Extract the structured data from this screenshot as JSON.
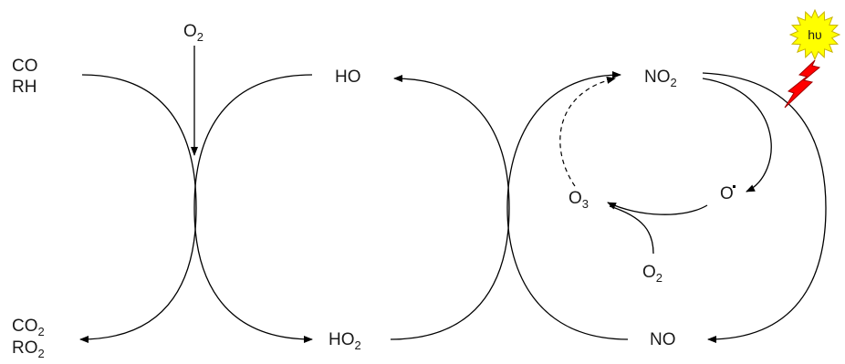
{
  "labels": {
    "co": "CO",
    "rh": "RH",
    "o2_top": {
      "main": "O",
      "sub": "2"
    },
    "ho": "HO",
    "no2": {
      "main": "NO",
      "sub": "2"
    },
    "co2": {
      "main": "CO",
      "sub": "2"
    },
    "ro2": {
      "main": "RO",
      "sub": "2"
    },
    "ho2": {
      "main": "HO",
      "sub": "2"
    },
    "o3": {
      "main": "O",
      "sub": "3"
    },
    "o_radical": "O",
    "o2_bottom": {
      "main": "O",
      "sub": "2"
    },
    "no": "NO",
    "hv": "hυ"
  },
  "colors": {
    "line": "#000000",
    "sun_fill": "#ffff00",
    "sun_stroke": "#c8b400",
    "bolt_fill": "#ff0000",
    "bolt_stroke": "#a00000"
  }
}
